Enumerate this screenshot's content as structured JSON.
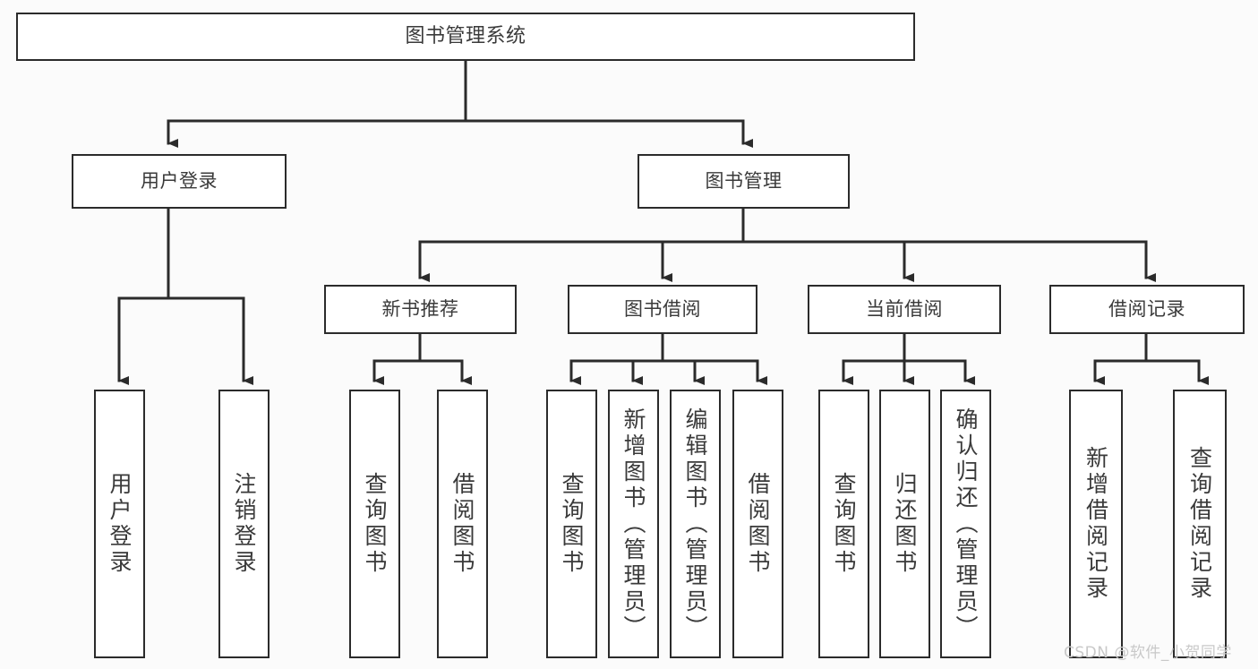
{
  "diagram": {
    "title": "图书管理系统",
    "type": "tree-hierarchy-chart",
    "colors": {
      "background": "#fbfbfb",
      "box_fill": "#ffffff",
      "line": "#2b2b2b",
      "text": "#3a3a3a",
      "watermark": "#c9c9c9"
    },
    "root": {
      "label": "图书管理系统"
    },
    "level2": [
      {
        "label": "用户登录"
      },
      {
        "label": "图书管理"
      }
    ],
    "level3": [
      {
        "label": "新书推荐"
      },
      {
        "label": "图书借阅"
      },
      {
        "label": "当前借阅"
      },
      {
        "label": "借阅记录"
      }
    ],
    "leaves": {
      "user_login": [
        {
          "label": "用户登录"
        },
        {
          "label": "注销登录"
        }
      ],
      "new_book_recommend": [
        {
          "label": "查询图书"
        },
        {
          "label": "借阅图书"
        }
      ],
      "book_borrow": [
        {
          "label": "查询图书"
        },
        {
          "label": "新增图书（管理员）"
        },
        {
          "label": "编辑图书（管理员）"
        },
        {
          "label": "借阅图书"
        }
      ],
      "current_borrow": [
        {
          "label": "查询图书"
        },
        {
          "label": "归还图书"
        },
        {
          "label": "确认归还（管理员）"
        }
      ],
      "borrow_record": [
        {
          "label": "新增借阅记录"
        },
        {
          "label": "查询借阅记录"
        }
      ]
    },
    "watermark": "CSDN @软件_小贺同学"
  }
}
